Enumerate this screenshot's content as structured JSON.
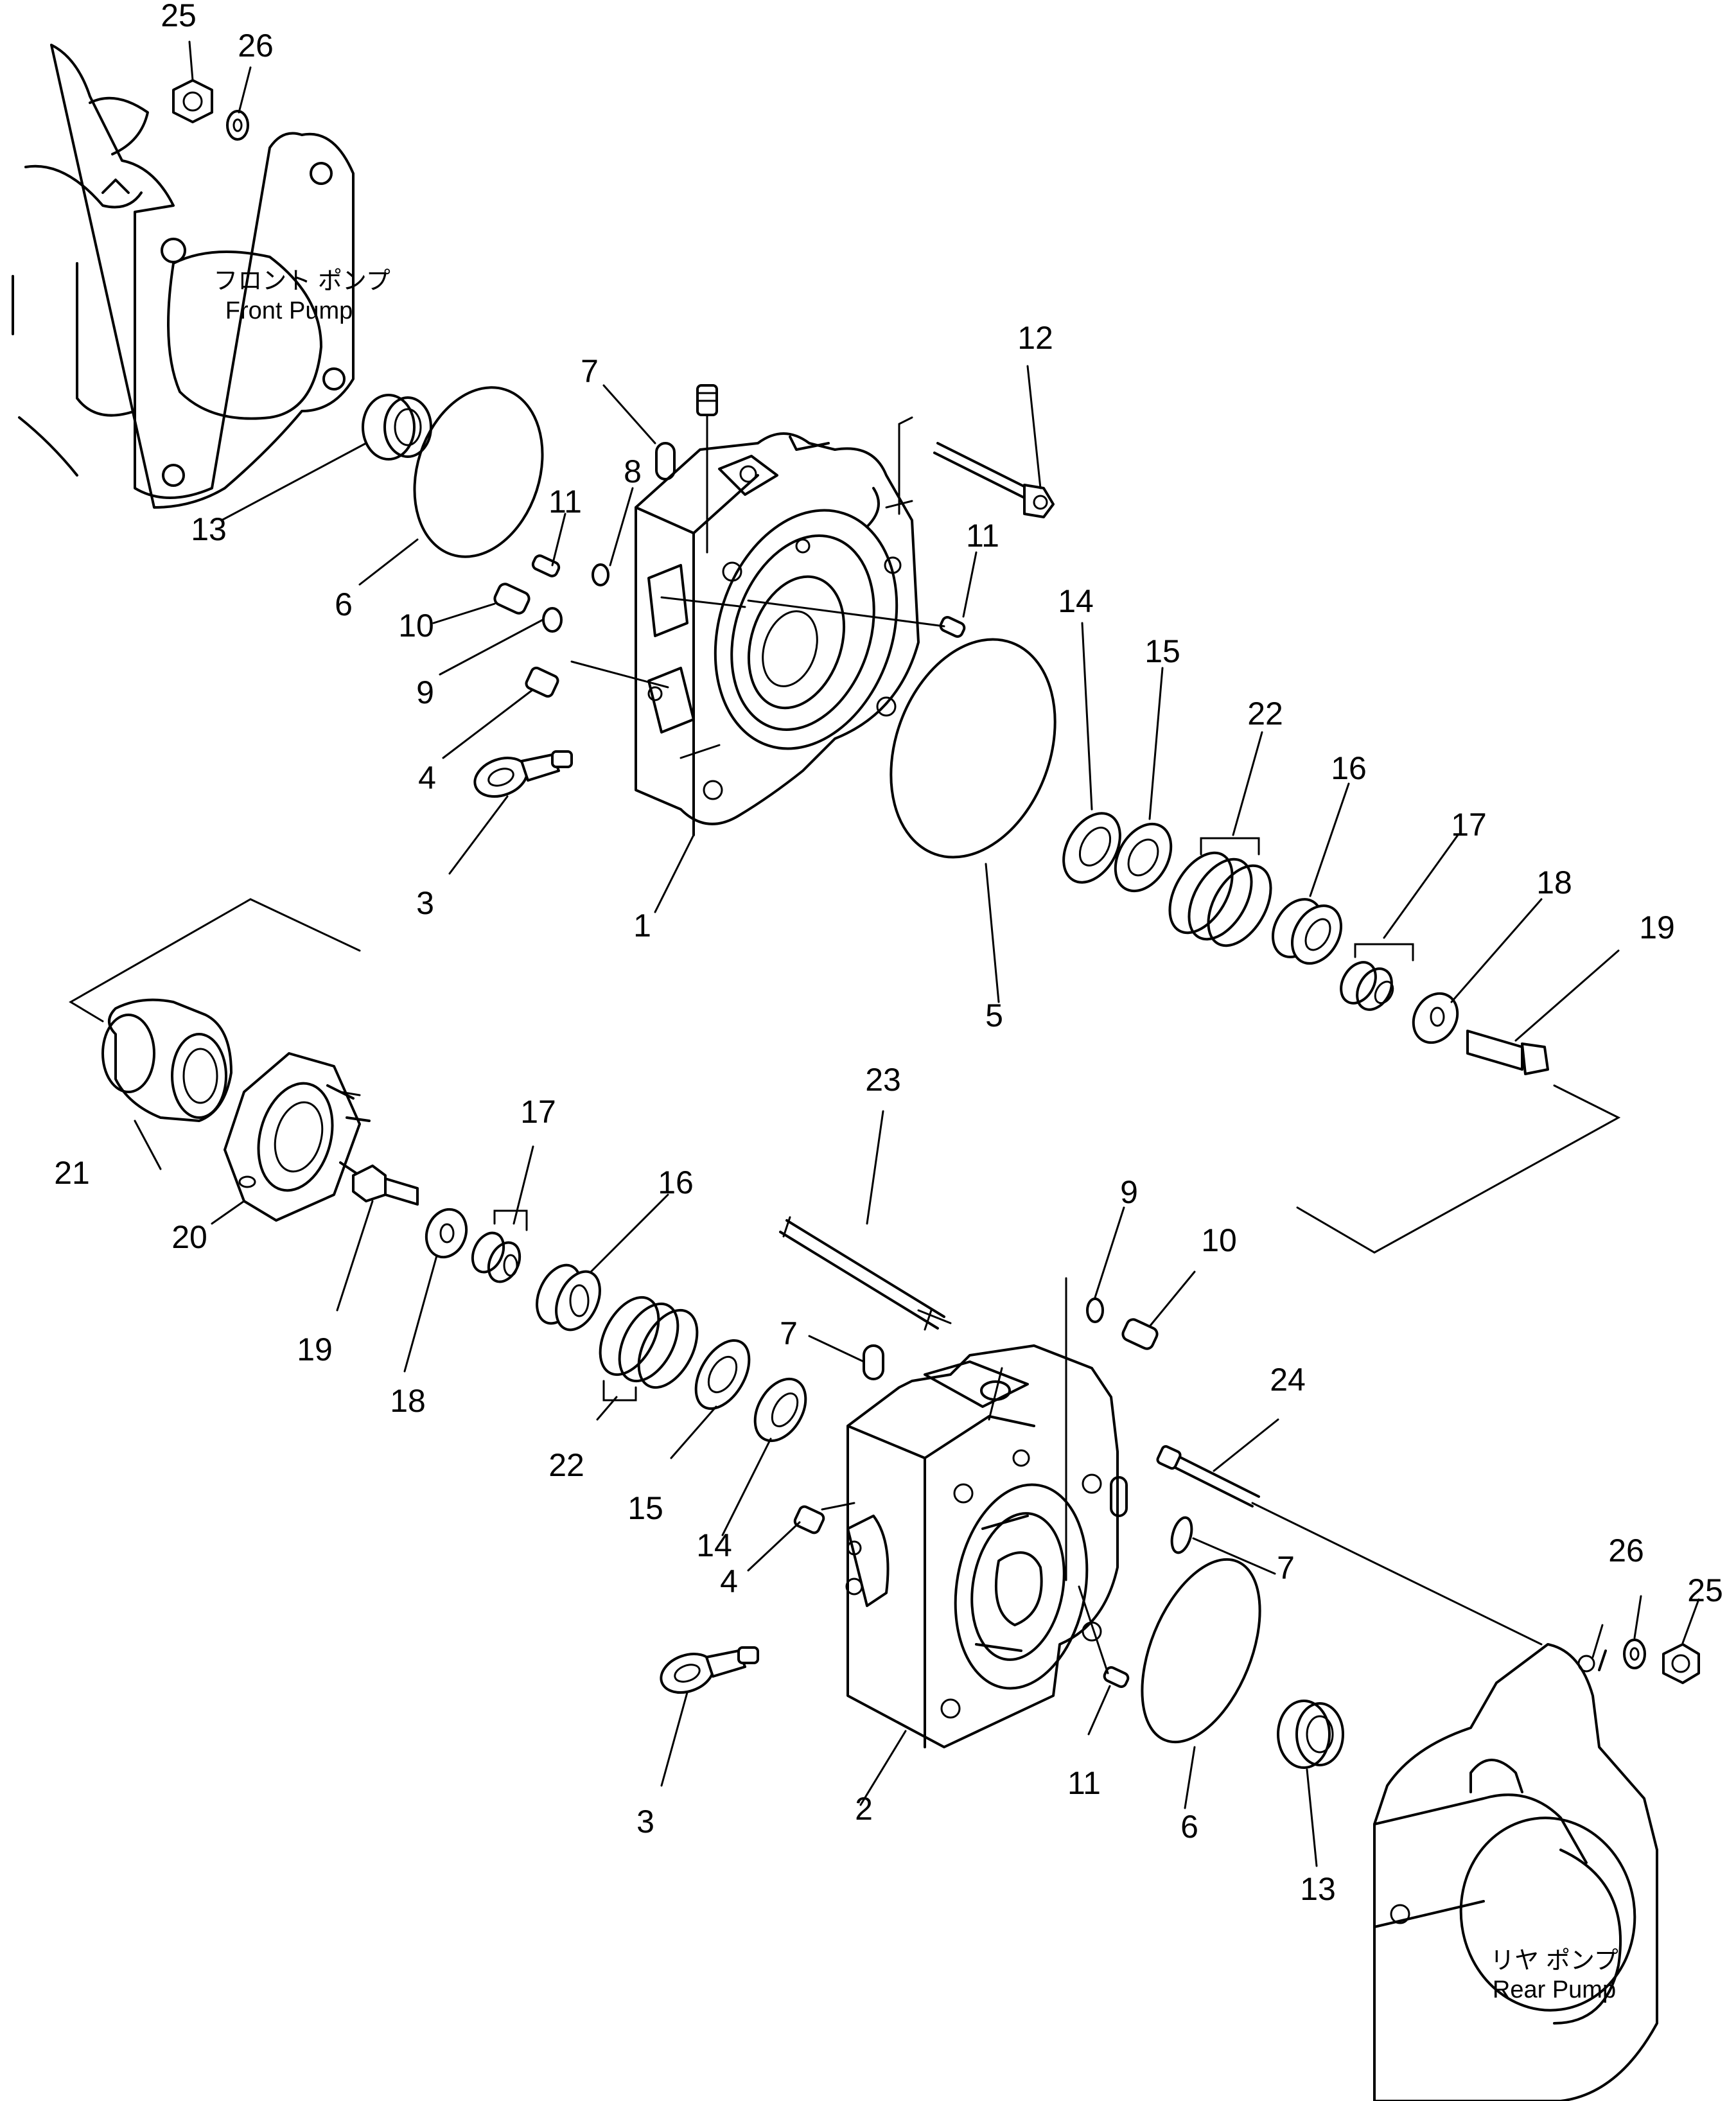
{
  "diagram": {
    "pump_labels": {
      "front_jp": "フロント ポンプ",
      "front_en": "Front Pump",
      "rear_jp": "リヤ ポンプ",
      "rear_en": "Rear Pump"
    },
    "callouts": {
      "upper": [
        "25",
        "26",
        "12",
        "7",
        "8",
        "11",
        "11",
        "14",
        "15",
        "22",
        "16",
        "17",
        "18",
        "19",
        "13",
        "6",
        "10",
        "9",
        "4",
        "3",
        "1",
        "5"
      ],
      "lower": [
        "17",
        "16",
        "21",
        "20",
        "19",
        "18",
        "22",
        "15",
        "14",
        "4",
        "3",
        "23",
        "9",
        "10",
        "7",
        "24",
        "7",
        "11",
        "2",
        "6",
        "26",
        "25",
        "13"
      ]
    }
  }
}
